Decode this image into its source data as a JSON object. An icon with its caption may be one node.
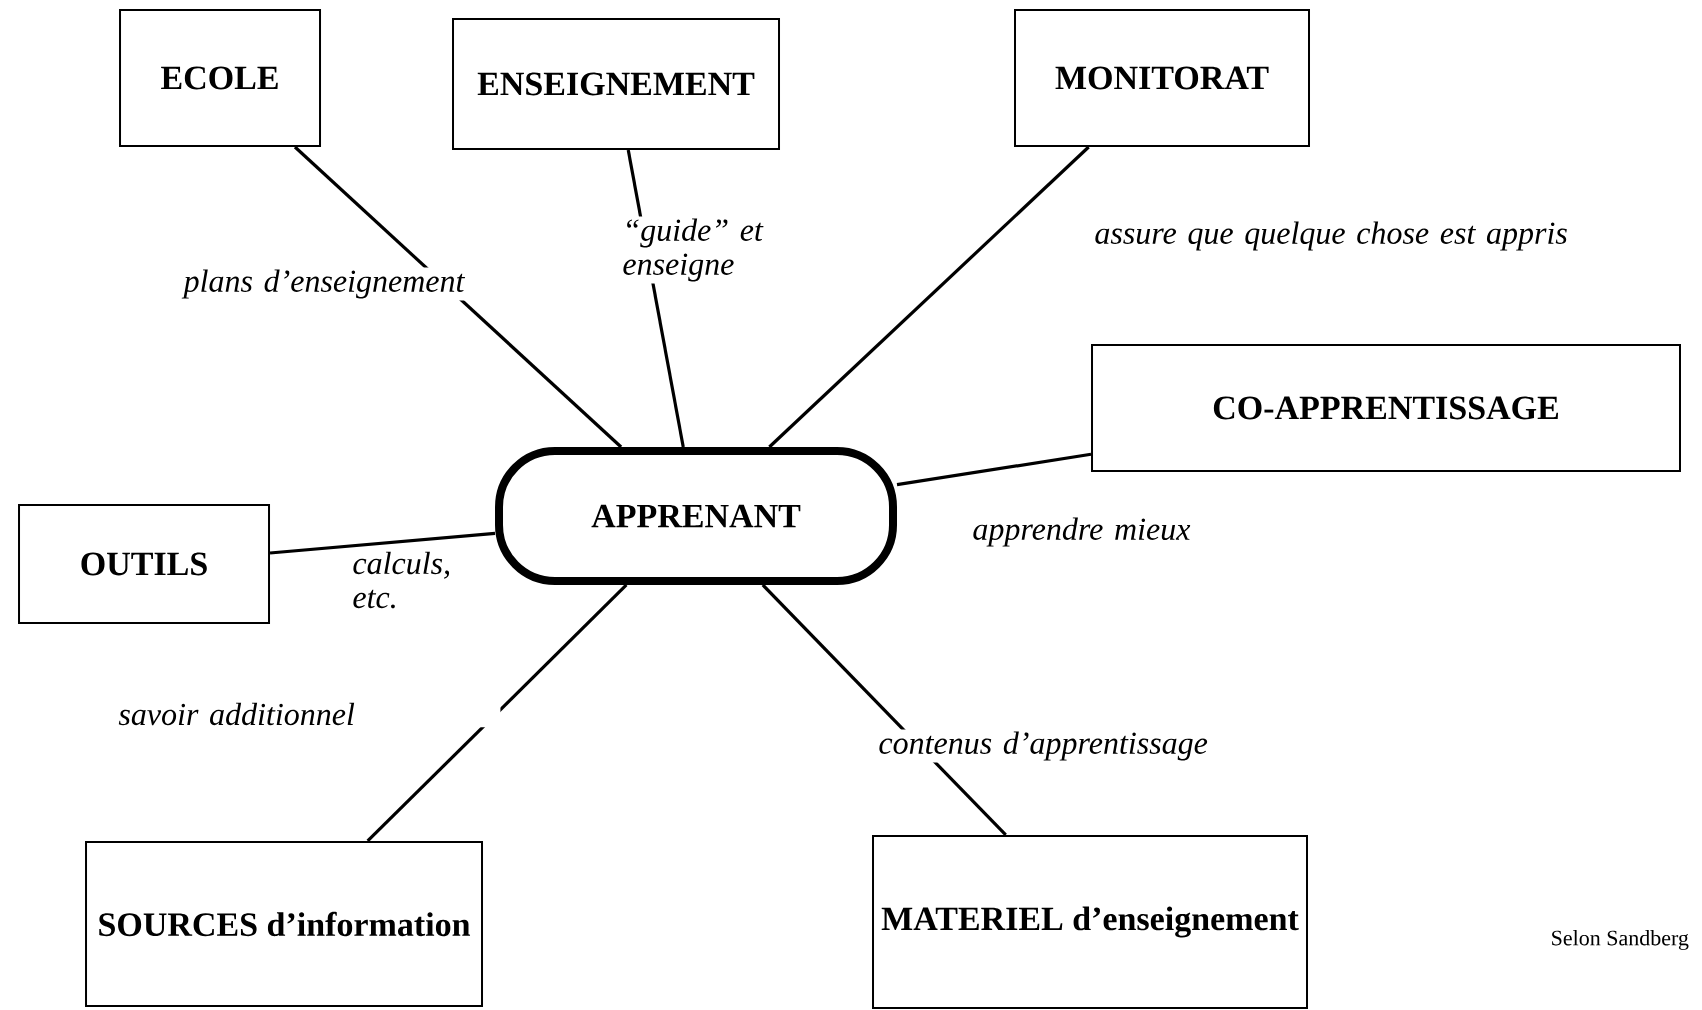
{
  "diagram": {
    "nodes": [
      {
        "text": [
          "ECOLE"
        ]
      },
      {
        "text": [
          "ENSEIGNEMENT"
        ]
      },
      {
        "text": [
          "MONITORAT"
        ]
      },
      {
        "text": [
          "CO-APPRENTISSAGE"
        ]
      },
      {
        "text": [
          "APPRENANT"
        ]
      },
      {
        "text": [
          "OUTILS"
        ]
      },
      {
        "text": [
          "SOURCES d’information"
        ]
      },
      {
        "text": [
          "MATERIEL d’enseignement"
        ]
      }
    ],
    "edges": [
      {
        "from": 0,
        "to": 4,
        "arrow": "none",
        "label": "plans d’enseignement"
      },
      {
        "from": 1,
        "to": 4,
        "arrow": "none",
        "label": "“guide” et enseigne"
      },
      {
        "from": 2,
        "to": 4,
        "arrow": "none",
        "label": "assure que quelque chose est appris"
      },
      {
        "from": 3,
        "to": 4,
        "arrow": "none",
        "label": "apprendre mieux"
      },
      {
        "from": 5,
        "to": 4,
        "arrow": "none",
        "label": "calculs, etc."
      },
      {
        "from": 6,
        "to": 4,
        "arrow": "none",
        "label": "savoir additionnel"
      },
      {
        "from": 7,
        "to": 4,
        "arrow": "none",
        "label": "contenus d’apprentissage"
      }
    ],
    "labels": [
      "Selon Sandberg"
    ]
  }
}
